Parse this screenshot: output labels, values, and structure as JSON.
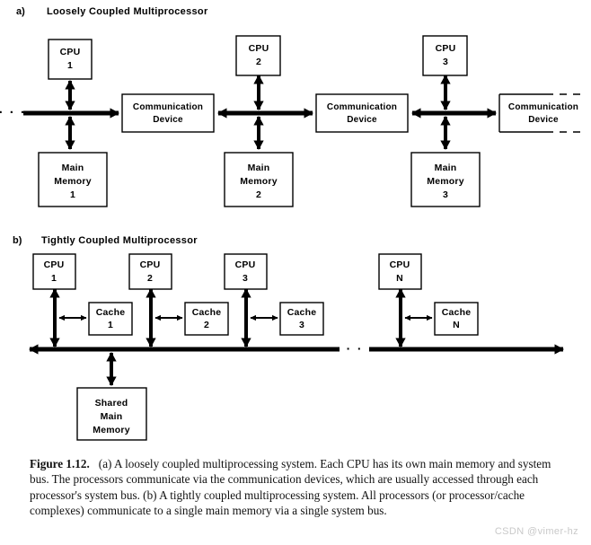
{
  "figure": {
    "sections": [
      {
        "letter": "a)",
        "title": "Loosely  Coupled  Multiprocessor"
      },
      {
        "letter": "b)",
        "title": "Tightly  Coupled  Multiprocessor"
      }
    ],
    "loosely_coupled": {
      "leading_ellipsis": "· · ·",
      "nodes": [
        {
          "cpu": [
            "CPU",
            "1"
          ],
          "memory": [
            "Main",
            "Memory",
            "1"
          ]
        },
        {
          "cpu": [
            "CPU",
            "2"
          ],
          "memory": [
            "Main",
            "Memory",
            "2"
          ]
        },
        {
          "cpu": [
            "CPU",
            "3"
          ],
          "memory": [
            "Main",
            "Memory",
            "3"
          ]
        }
      ],
      "comm_devices": [
        {
          "lines": [
            "Communication",
            "Device"
          ],
          "dashed": false
        },
        {
          "lines": [
            "Communication",
            "Device"
          ],
          "dashed": false
        },
        {
          "lines": [
            "Communication",
            "Device"
          ],
          "dashed": true
        }
      ]
    },
    "tightly_coupled": {
      "processors": [
        {
          "cpu": [
            "CPU",
            "1"
          ],
          "cache": [
            "Cache",
            "1"
          ]
        },
        {
          "cpu": [
            "CPU",
            "2"
          ],
          "cache": [
            "Cache",
            "2"
          ]
        },
        {
          "cpu": [
            "CPU",
            "3"
          ],
          "cache": [
            "Cache",
            "3"
          ]
        },
        {
          "cpu": [
            "CPU",
            "N"
          ],
          "cache": [
            "Cache",
            "N"
          ]
        }
      ],
      "bus_ellipsis": "· · · ·",
      "shared_memory": [
        "Shared",
        "Main",
        "Memory"
      ]
    },
    "colors": {
      "ink": "#000000",
      "background": "#ffffff",
      "watermark": "#c9c9c9"
    }
  },
  "caption": {
    "figure_number": "Figure 1.12.",
    "text": "(a) A loosely coupled multiprocessing system. Each CPU has its own main memory and system bus. The processors communicate via the communication devices, which are usually accessed through each processor's system bus. (b) A tightly coupled multiprocessing system. All processors (or processor/cache complexes) communicate to a single main memory via a single system bus."
  },
  "watermark": {
    "text": "CSDN @vimer-hz"
  }
}
